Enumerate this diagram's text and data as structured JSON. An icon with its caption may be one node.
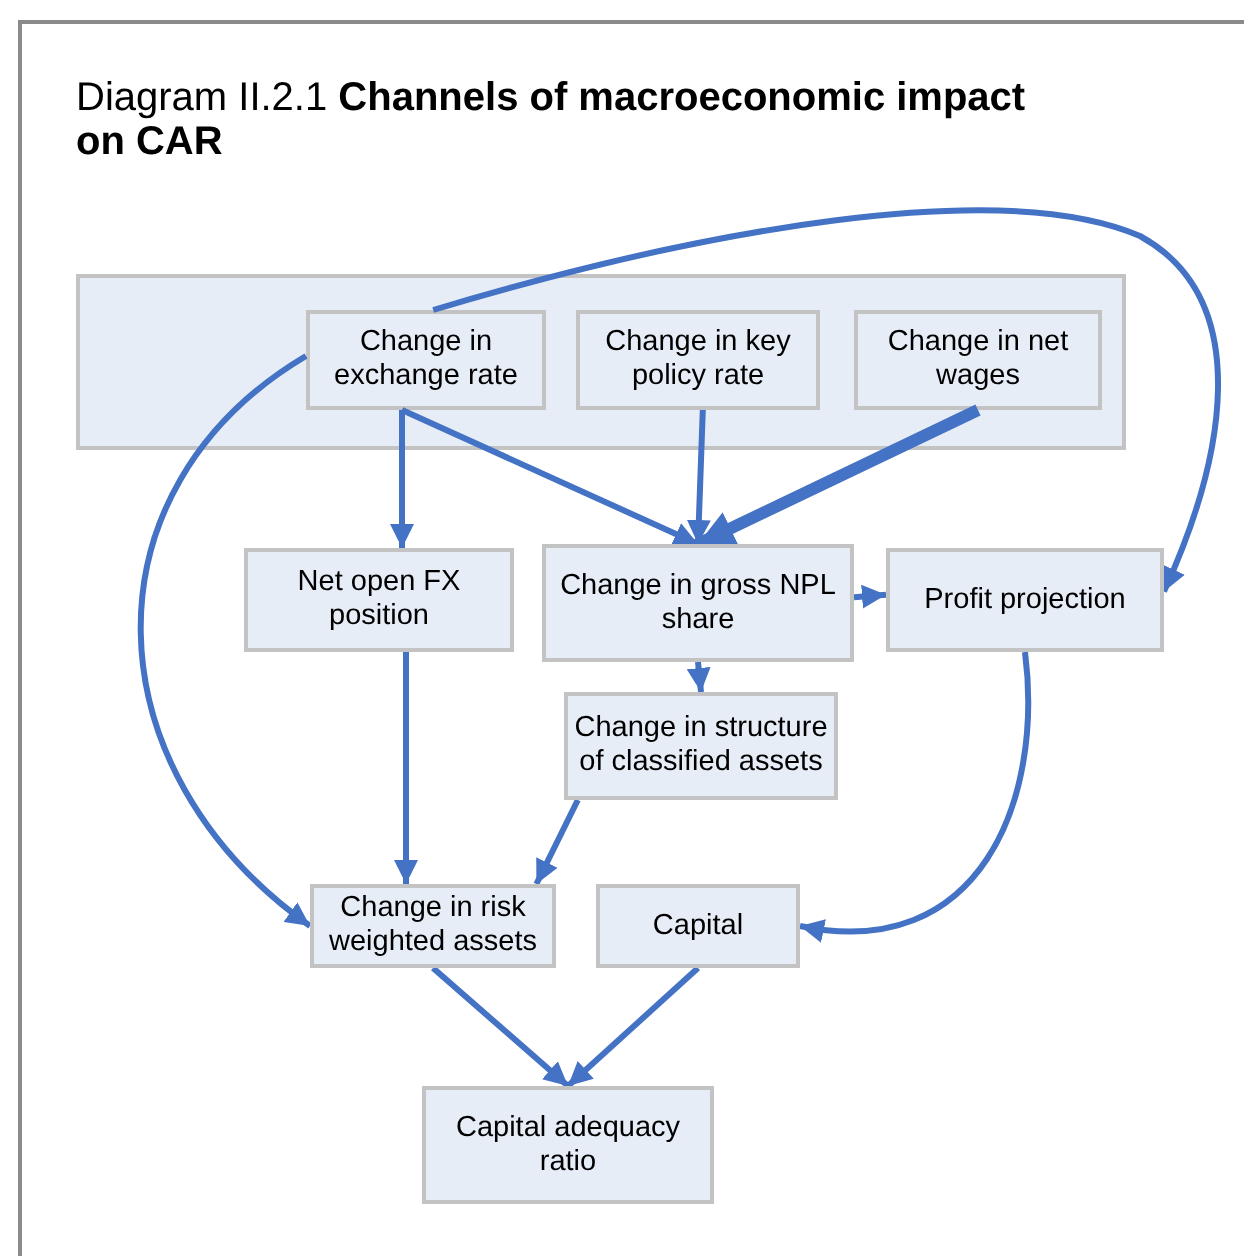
{
  "diagram": {
    "title": "Diagram II.2.1 **Channels of macroeconomic impact on CAR**",
    "nodes": [
      {
        "text": [],
        "shape": "box"
      },
      {
        "text": [
          "Change in exchange rate"
        ],
        "in": 0
      },
      {
        "text": [
          "Change in key policy rate"
        ],
        "in": 0
      },
      {
        "text": [
          "Change in net wages"
        ],
        "in": 0
      },
      {
        "text": [
          "Net open FX position"
        ]
      },
      {
        "text": [
          "Change in gross NPL share"
        ]
      },
      {
        "text": [
          "Profit projection"
        ]
      },
      {
        "text": [
          "Change in structure of classified assets"
        ]
      },
      {
        "text": [
          "Change in risk weighted assets"
        ]
      },
      {
        "text": [
          "Capital"
        ]
      },
      {
        "text": [
          "Capital adequacy ratio"
        ]
      }
    ],
    "edges": [
      {
        "from": 1,
        "to": 6,
        "arrow": "to"
      },
      {
        "from": 1,
        "to": 8,
        "arrow": "to"
      },
      {
        "from": 1,
        "to": 4,
        "arrow": "to"
      },
      {
        "from": 1,
        "to": 5,
        "arrow": "to"
      },
      {
        "from": 2,
        "to": 5,
        "arrow": "to"
      },
      {
        "from": 3,
        "to": 5,
        "arrow": "to",
        "style": "thick"
      },
      {
        "from": 5,
        "to": 6,
        "arrow": "to"
      },
      {
        "from": 5,
        "to": 7,
        "arrow": "to"
      },
      {
        "from": 4,
        "to": 8,
        "arrow": "to"
      },
      {
        "from": 7,
        "to": 8,
        "arrow": "to"
      },
      {
        "from": 6,
        "to": 9,
        "arrow": "to"
      },
      {
        "from": 8,
        "to": 10,
        "arrow": "to"
      },
      {
        "from": 9,
        "to": 10,
        "arrow": "to"
      }
    ]
  }
}
